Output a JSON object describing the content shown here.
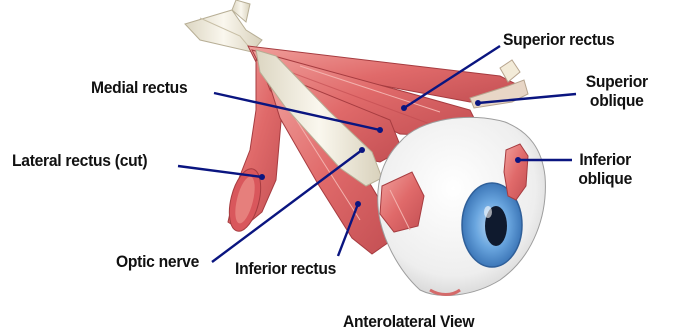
{
  "labels": {
    "superior_rectus": "Superior rectus",
    "medial_rectus": "Medial rectus",
    "superior_oblique_line1": "Superior",
    "superior_oblique_line2": "oblique",
    "lateral_rectus_cut": "Lateral rectus (cut)",
    "inferior_oblique_line1": "Inferior",
    "inferior_oblique_line2": "oblique",
    "optic_nerve": "Optic nerve",
    "inferior_rectus": "Inferior rectus",
    "view_caption": "Anterolateral View"
  },
  "colors": {
    "muscle": "#e06a6a",
    "muscle_dark": "#b83f44",
    "muscle_light": "#f2a3a0",
    "nerve": "#f3efe2",
    "sclera": "#f4f4f4",
    "iris": "#5a98d6",
    "pupil": "#0f1a2e",
    "leader_line": "#0a1580"
  }
}
